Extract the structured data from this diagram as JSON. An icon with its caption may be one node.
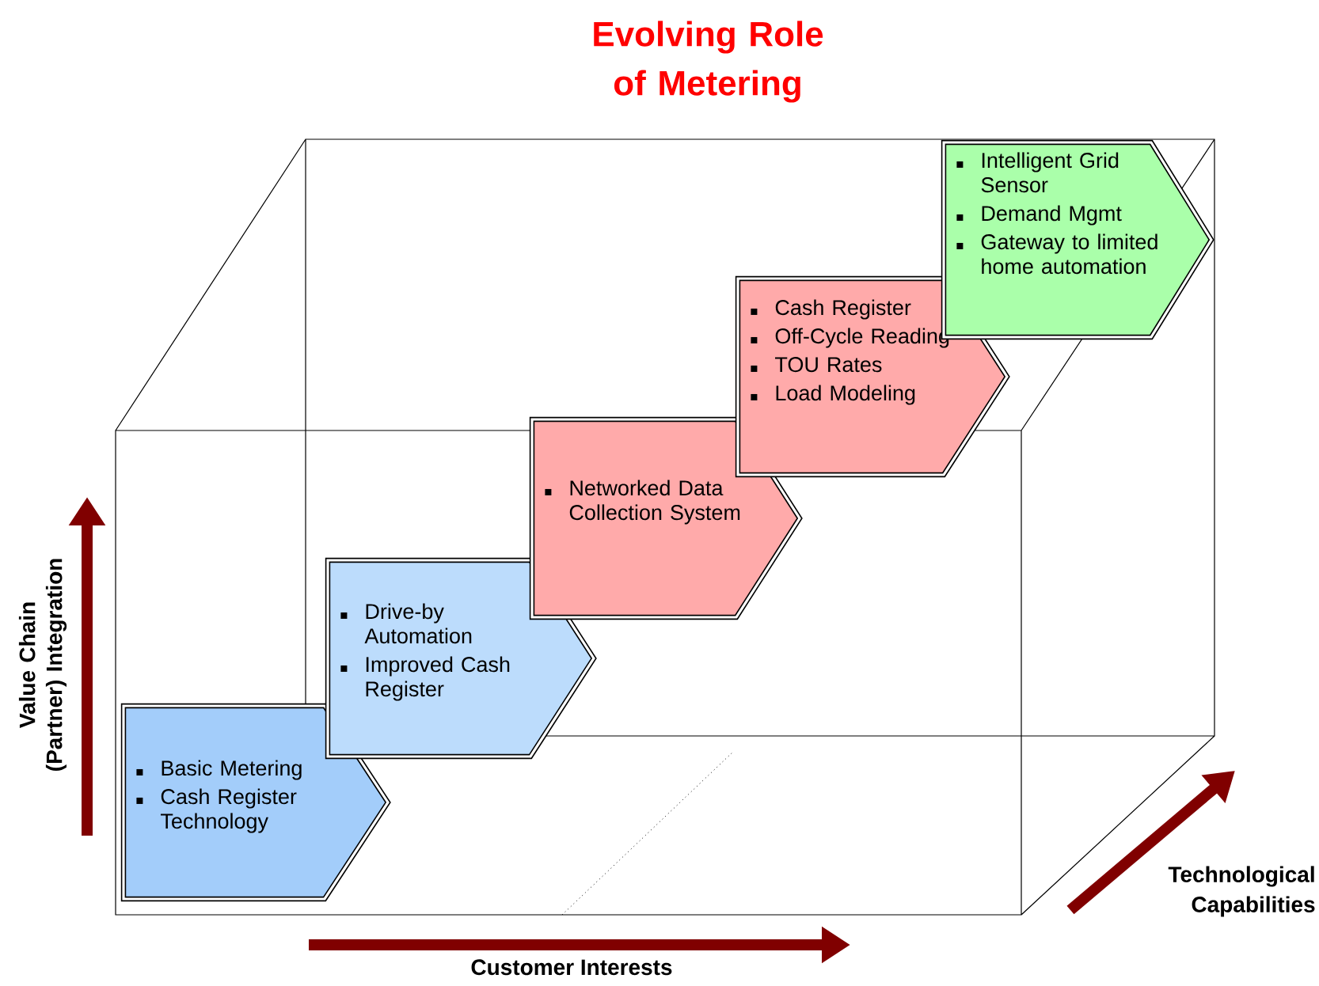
{
  "diagram": {
    "title": "Evolving Role of Metering",
    "nodes": [
      {
        "text": [
          "Basic Metering",
          "Cash Register Technology"
        ]
      },
      {
        "text": [
          "Drive-by Automation",
          "Improved Cash Register"
        ]
      },
      {
        "text": [
          "Networked Data Collection System"
        ]
      },
      {
        "text": [
          "Cash Register",
          "Off-Cycle Reading",
          "TOU Rates",
          "Load Modeling"
        ]
      },
      {
        "text": [
          "Intelligent Grid Sensor",
          "Demand Mgmt",
          "Gateway to limited home automation"
        ]
      }
    ],
    "edges": [],
    "labels": [
      "Value Chain (Partner) Integration",
      "Technological Capabilities",
      "Customer Interests"
    ]
  }
}
